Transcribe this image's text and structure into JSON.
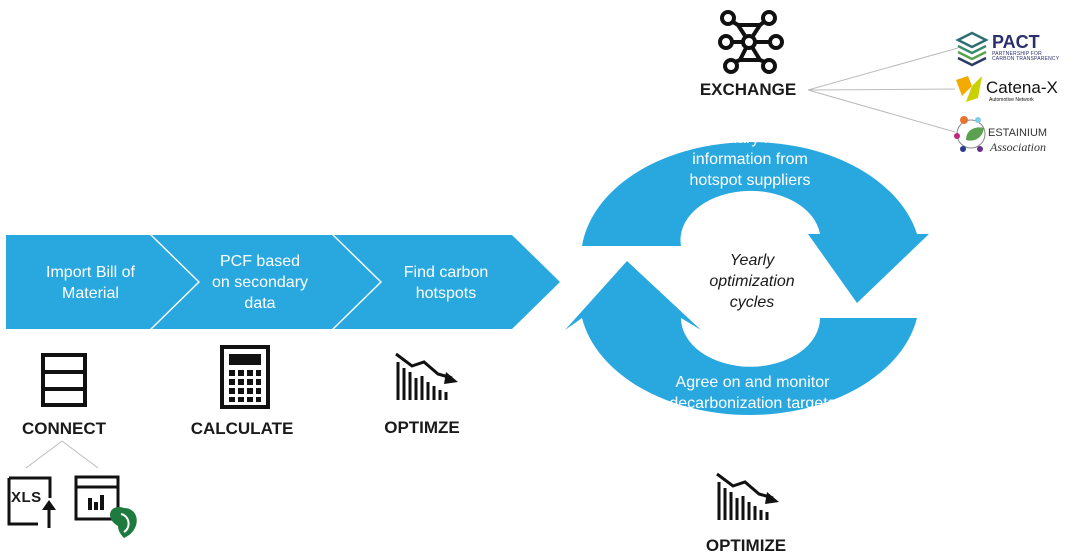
{
  "colors": {
    "accent": "#29A8E0",
    "text": "#1a1a1a",
    "line": "#bbbbbb"
  },
  "chevrons": [
    {
      "label_lines": [
        "Import Bill of",
        "Material"
      ]
    },
    {
      "label_lines": [
        "PCF based",
        "on secondary",
        "data"
      ]
    },
    {
      "label_lines": [
        "Find carbon",
        "hotspots"
      ]
    }
  ],
  "steps": {
    "connect": {
      "label": "CONNECT",
      "icon": "table-icon"
    },
    "calculate": {
      "label": "CALCULATE",
      "icon": "calculator-icon"
    },
    "optimize_left": {
      "label": "OPTIMZE",
      "icon": "trend-down-icon"
    }
  },
  "connect_sources": [
    {
      "icon": "xls-upload-icon",
      "text": "XLS"
    },
    {
      "icon": "erp-window-icon"
    }
  ],
  "cycle": {
    "top_lines": [
      "Primary PCF",
      "information from",
      "hotspot suppliers"
    ],
    "bottom_lines": [
      "Agree on and monitor",
      "decarbonization targets"
    ],
    "center_lines": [
      "Yearly",
      "optimization",
      "cycles"
    ]
  },
  "exchange": {
    "label": "EXCHANGE",
    "icon": "network-icon"
  },
  "optimize_bottom": {
    "label": "OPTIMIZE",
    "icon": "trend-down-icon"
  },
  "partners": [
    {
      "name": "PACT",
      "sub_lines": [
        "PARTNERSHIP FOR",
        "CARBON TRANSPARENCY"
      ],
      "icon": "pact-logo-icon"
    },
    {
      "name": "Catena-X",
      "sub_lines": [
        "Automotive Network"
      ],
      "icon": "catena-x-logo-icon"
    },
    {
      "name": "ESTAINIUM",
      "sub_lines": [
        "Association"
      ],
      "icon": "estainium-logo-icon"
    }
  ]
}
